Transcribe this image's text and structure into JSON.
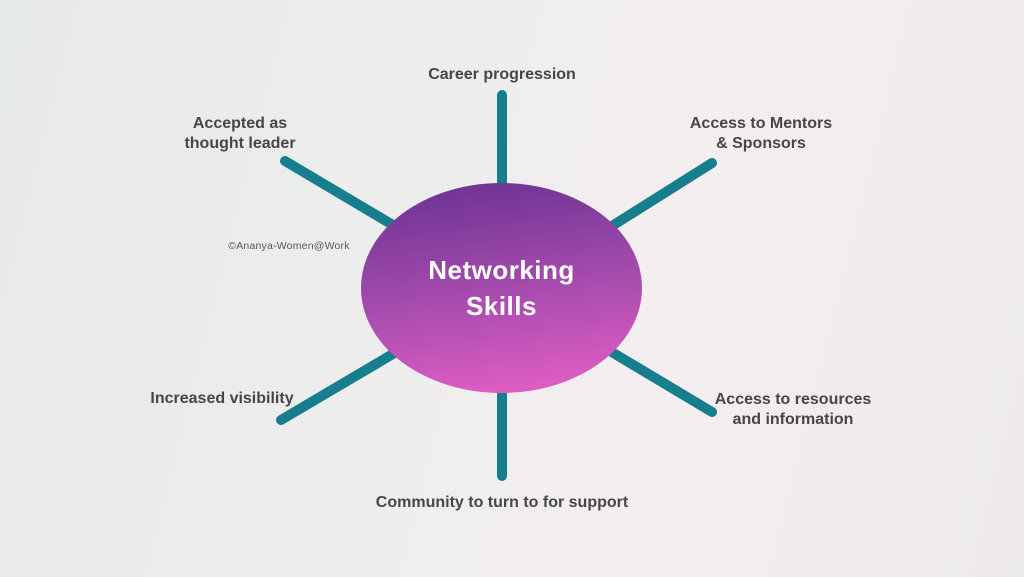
{
  "center": {
    "line1": "Networking",
    "line2": "Skills"
  },
  "watermark": "©Ananya-Women@Work",
  "nodes": [
    {
      "id": "career-progression",
      "lines": [
        "Career progression"
      ]
    },
    {
      "id": "access-mentors-sponsors",
      "lines": [
        "Access to Mentors",
        "& Sponsors"
      ]
    },
    {
      "id": "access-resources-information",
      "lines": [
        "Access to resources",
        "and information"
      ]
    },
    {
      "id": "community-support",
      "lines": [
        "Community to turn to for support"
      ]
    },
    {
      "id": "increased-visibility",
      "lines": [
        "Increased visibility"
      ]
    },
    {
      "id": "accepted-thought-leader",
      "lines": [
        "Accepted as",
        "thought leader"
      ]
    }
  ],
  "colors": {
    "teal": "#177e8d",
    "purple-top": "#6a3292",
    "purple-mid": "#a64cae",
    "pink-bottom": "#e65fc6",
    "label": "#454649",
    "watermark": "#55575a"
  }
}
